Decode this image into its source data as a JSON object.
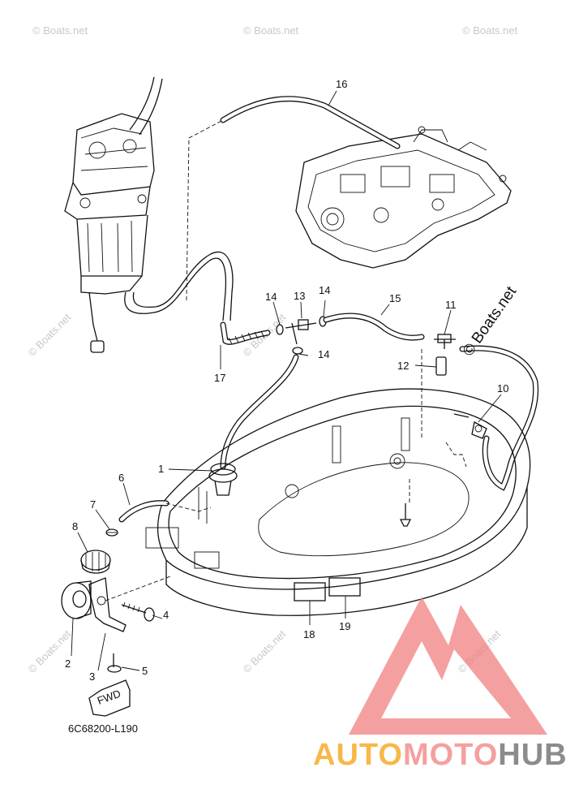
{
  "diagram": {
    "part_code": "6C68200-L190",
    "fwd_label": "FWD",
    "callouts": [
      "1",
      "2",
      "3",
      "4",
      "5",
      "6",
      "7",
      "8",
      "10",
      "11",
      "12",
      "13",
      "14",
      "14",
      "14",
      "15",
      "16",
      "17",
      "18",
      "19"
    ],
    "watermark": "© Boats.net",
    "corner_mark": "© Boats.net"
  },
  "logo": {
    "part1": "AUTO",
    "part2": "MOTO",
    "part3": "HUB",
    "colors": {
      "auto": "#f7b84a",
      "moto": "#f4a0a0",
      "hub": "#8c8c8c",
      "triangle": "#f08080"
    }
  }
}
